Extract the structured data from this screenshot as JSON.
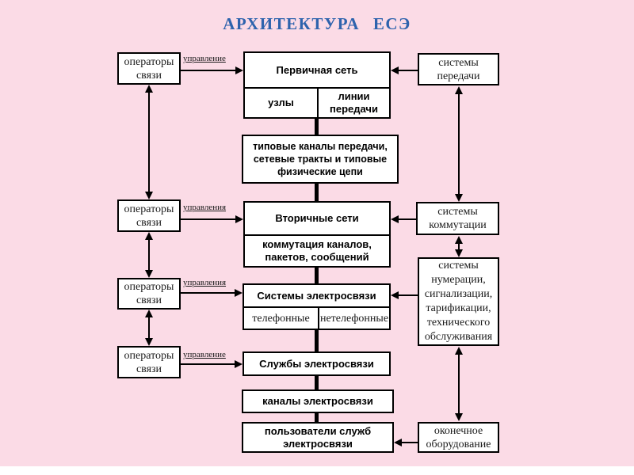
{
  "title": "АРХИТЕКТУРА  ЕСЭ",
  "colors": {
    "background": "#fbdbe6",
    "title_text": "#2e63ad",
    "box_background": "#ffffff",
    "line": "#000000"
  },
  "left_column": {
    "operators": [
      {
        "label": "операторы связи"
      },
      {
        "label": "операторы связи"
      },
      {
        "label": "операторы связи"
      },
      {
        "label": "операторы связи"
      }
    ],
    "control_labels": [
      "управление",
      "управления",
      "управления",
      "управление"
    ]
  },
  "center_column": {
    "primary_network": {
      "title": "Первичная сеть",
      "cells": [
        "узлы",
        "линии передачи"
      ]
    },
    "typical_channels": {
      "text": "типовые каналы передачи, сетевые тракты и типовые физические цепи"
    },
    "secondary_networks": {
      "title": "Вторичные сети",
      "subtitle": "коммутация каналов, пакетов, сообщений"
    },
    "telecom_systems": {
      "title": "Системы электросвязи",
      "cells": [
        "телефонные",
        "нетелефонные"
      ]
    },
    "telecom_services": {
      "title": "Службы электросвязи"
    },
    "telecom_channels": {
      "title": "каналы электросвязи"
    },
    "users": {
      "title": "пользователи служб электросвязи"
    }
  },
  "right_column": {
    "transmission_systems": "системы передачи",
    "switching_systems": "системы коммутации",
    "support_systems": "системы нумерации, сигнализации, тарификации, технического обслуживания",
    "terminal_equipment": "оконечное оборудование"
  }
}
